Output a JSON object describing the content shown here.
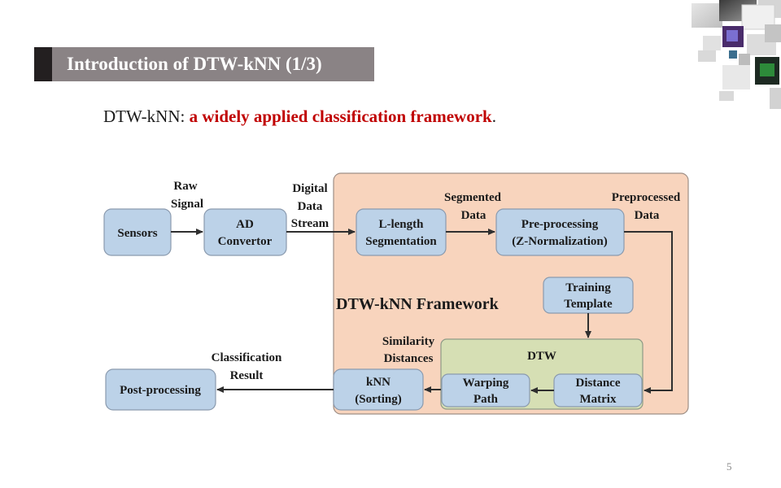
{
  "slide": {
    "title": "Introduction of DTW-kNN (1/3)",
    "subtitle_prefix": "DTW-kNN: ",
    "subtitle_highlight": "a widely applied classification framework",
    "subtitle_suffix": ".",
    "page_number": "5"
  },
  "diagram": {
    "framework_title": "DTW-kNN Framework",
    "dtw_label": "DTW",
    "nodes": {
      "sensors": "Sensors",
      "ad_1": "AD",
      "ad_2": "Convertor",
      "seg_1": "L-length",
      "seg_2": "Segmentation",
      "pre_1": "Pre-processing",
      "pre_2": "(Z-Normalization)",
      "train_1": "Training",
      "train_2": "Template",
      "dist_1": "Distance",
      "dist_2": "Matrix",
      "warp_1": "Warping",
      "warp_2": "Path",
      "knn_1": "kNN",
      "knn_2": "(Sorting)",
      "post": "Post-processing"
    },
    "edge_labels": {
      "raw_1": "Raw",
      "raw_2": "Signal",
      "digital_1": "Digital",
      "digital_2": "Data",
      "digital_3": "Stream",
      "segmented_1": "Segmented",
      "segmented_2": "Data",
      "preproc_1": "Preprocessed",
      "preproc_2": "Data",
      "sim_1": "Similarity",
      "sim_2": "Distances",
      "class_1": "Classification",
      "class_2": "Result"
    },
    "colors": {
      "framework_bg": "#f8d4bd",
      "dtw_bg": "#d6dfb4",
      "node_fill": "#bcd2e8",
      "node_stroke": "#8a9aae",
      "arrow": "#2f2f2f"
    }
  },
  "decoration": {
    "corner_graphic": "corner-squares-decoration"
  }
}
